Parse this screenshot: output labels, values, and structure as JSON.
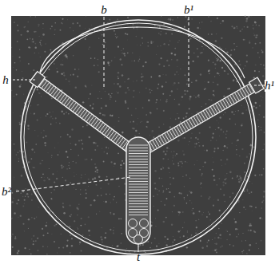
{
  "diagram": {
    "labels": [
      "b",
      "b¹",
      "h",
      "h¹",
      "b²",
      "t"
    ]
  }
}
